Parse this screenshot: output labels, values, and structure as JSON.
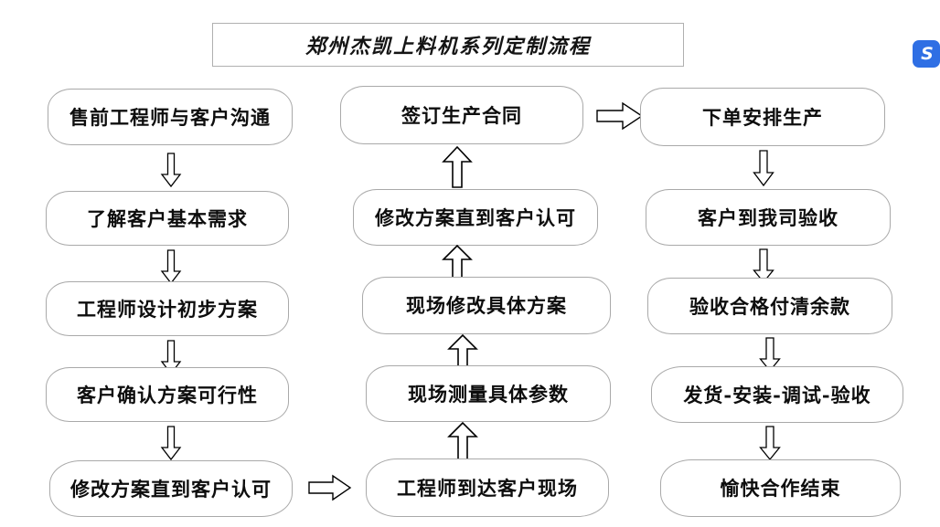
{
  "title": {
    "text": "郑州杰凯上料机系列定制流程"
  },
  "badge": {
    "glyph": "S"
  },
  "columns": [
    {
      "name": "column-1",
      "direction": "down",
      "nodes": [
        {
          "label": "售前工程师与客户沟通"
        },
        {
          "label": "了解客户基本需求"
        },
        {
          "label": "工程师设计初步方案"
        },
        {
          "label": "客户确认方案可行性"
        },
        {
          "label": "修改方案直到客户认可"
        }
      ]
    },
    {
      "name": "column-2",
      "direction": "up",
      "nodes": [
        {
          "label": "签订生产合同"
        },
        {
          "label": "修改方案直到客户认可"
        },
        {
          "label": "现场修改具体方案"
        },
        {
          "label": "现场测量具体参数"
        },
        {
          "label": "工程师到达客户现场"
        }
      ]
    },
    {
      "name": "column-3",
      "direction": "down",
      "nodes": [
        {
          "label": "下单安排生产"
        },
        {
          "label": "客户到我司验收"
        },
        {
          "label": "验收合格付清余款"
        },
        {
          "label": "发货-安装-调试-验收"
        },
        {
          "label": "愉快合作结束"
        }
      ]
    }
  ],
  "connectors": [
    {
      "name": "col1-bottom-to-col2-bottom",
      "direction": "right"
    },
    {
      "name": "col2-top-to-col3-top",
      "direction": "right"
    }
  ],
  "chart_data": {
    "type": "flowchart",
    "title": "郑州杰凯上料机系列定制流程",
    "orientation": "three-column serpentine (col1 down, col2 up, col3 down)",
    "steps": [
      "售前工程师与客户沟通",
      "了解客户基本需求",
      "工程师设计初步方案",
      "客户确认方案可行性",
      "修改方案直到客户认可",
      "工程师到达客户现场",
      "现场测量具体参数",
      "现场修改具体方案",
      "修改方案直到客户认可",
      "签订生产合同",
      "下单安排生产",
      "客户到我司验收",
      "验收合格付清余款",
      "发货-安装-调试-验收",
      "愉快合作结束"
    ]
  }
}
